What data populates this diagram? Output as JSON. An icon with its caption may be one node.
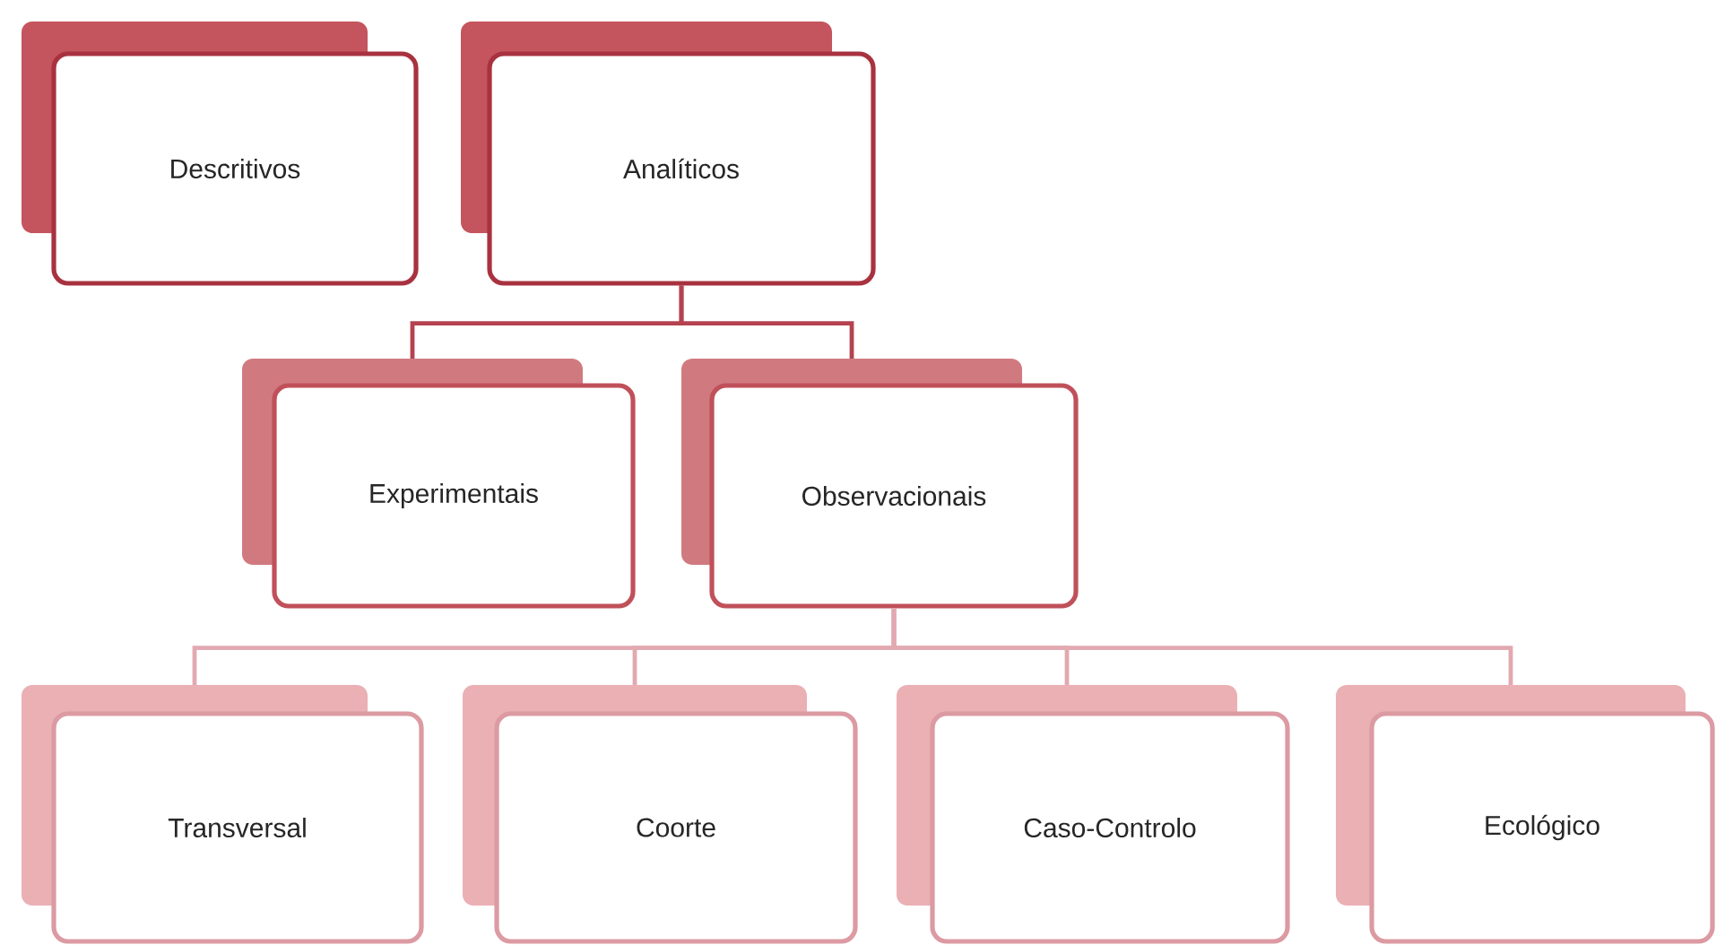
{
  "diagram": {
    "nodes": [
      {
        "text": [
          "Descritivos"
        ]
      },
      {
        "text": [
          "Analíticos"
        ]
      },
      {
        "text": [
          "Experimentais"
        ]
      },
      {
        "text": [
          "Observacionais"
        ]
      },
      {
        "text": [
          "Transversal"
        ]
      },
      {
        "text": [
          "Coorte"
        ]
      },
      {
        "text": [
          "Caso-Controlo"
        ]
      },
      {
        "text": [
          "Ecológico"
        ]
      }
    ],
    "edges": [
      {
        "from": 1,
        "to": 2,
        "arrow": "none",
        "color": "#b5424f"
      },
      {
        "from": 1,
        "to": 3,
        "arrow": "none",
        "color": "#b5424f"
      },
      {
        "from": 3,
        "to": 4,
        "arrow": "none"
      },
      {
        "from": 3,
        "to": 5,
        "arrow": "none"
      },
      {
        "from": 3,
        "to": 6,
        "arrow": "none"
      },
      {
        "from": 3,
        "to": 7,
        "arrow": "none"
      }
    ]
  }
}
